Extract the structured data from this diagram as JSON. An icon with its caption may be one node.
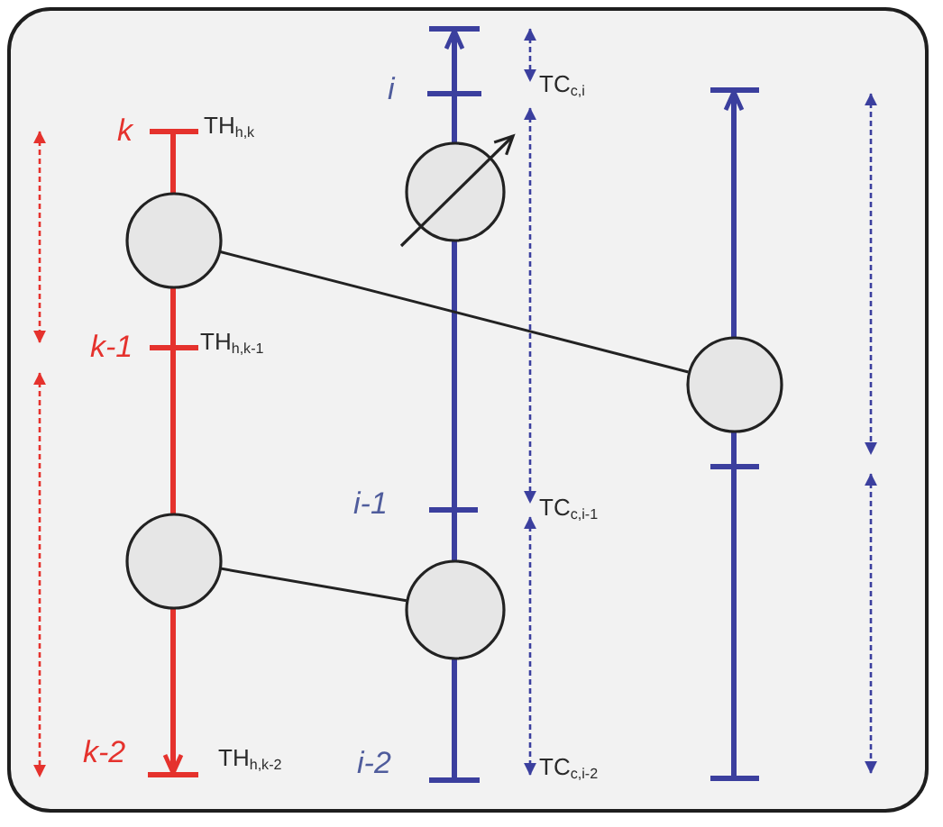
{
  "diagram": {
    "nodes": [
      {
        "text": [],
        "shape": "circle"
      },
      {
        "text": [],
        "shape": "circle"
      },
      {
        "text": [],
        "shape": "circle"
      },
      {
        "text": [],
        "shape": "circle"
      },
      {
        "text": [],
        "shape": "circle"
      }
    ],
    "edges": [
      {
        "from": null,
        "to": 1,
        "arrow": "none",
        "color": "#e5322d"
      },
      {
        "from": 1,
        "to": 3,
        "arrow": "none",
        "color": "#e5322d"
      },
      {
        "from": 3,
        "to": null,
        "arrow": "to",
        "color": "#e5322d"
      },
      {
        "from": null,
        "to": 4,
        "arrow": "none"
      },
      {
        "from": 4,
        "to": 0,
        "arrow": "none"
      },
      {
        "from": 0,
        "to": null,
        "arrow": "to"
      },
      {
        "from": null,
        "to": 2,
        "arrow": "none"
      },
      {
        "from": 2,
        "to": null,
        "arrow": "to"
      },
      {
        "from": 1,
        "to": 2,
        "arrow": "none",
        "color": "#222222"
      },
      {
        "from": 3,
        "to": 4,
        "arrow": "none",
        "color": "#222222"
      }
    ],
    "labels": [
      "i",
      "TC$_{c,i}$",
      "k",
      "TH$_{h,k}$",
      "k-1",
      "TH$_{h,k-1}$",
      "i-1",
      "TC$_{c,i-1}$",
      "k-2",
      "TH$_{h,k-2}$",
      "i-2",
      "TC$_{c,i-2}$"
    ]
  }
}
